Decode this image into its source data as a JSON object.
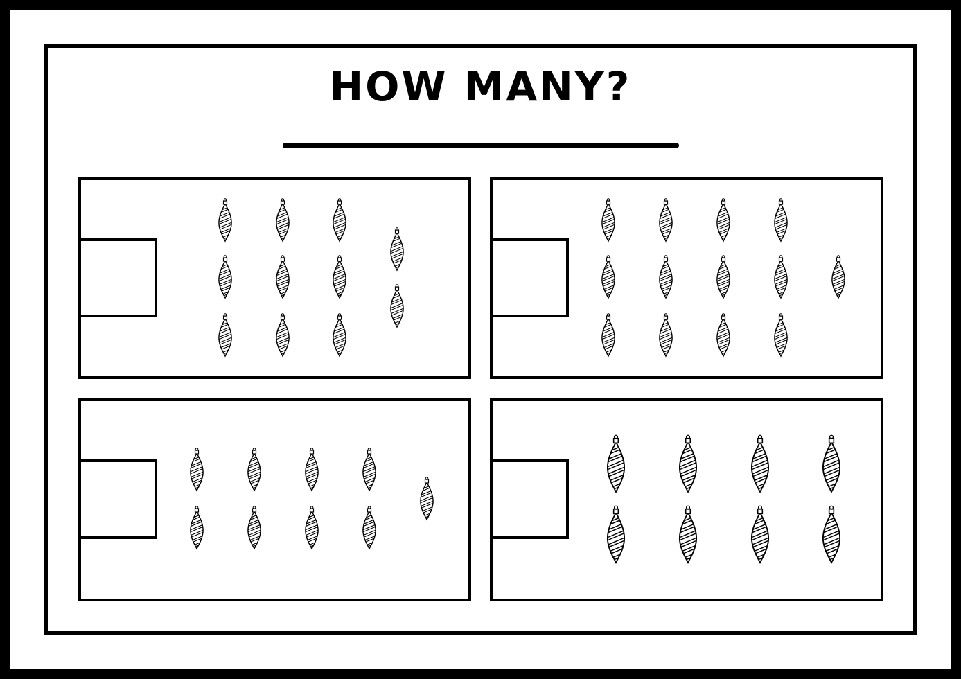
{
  "title": "HOW MANY?",
  "answer_line": "",
  "icon": "spiral-ornament-icon",
  "colors": {
    "ink": "#000000",
    "paper": "#ffffff"
  },
  "panels": [
    {
      "id": "panel-1",
      "ornament_count": 11,
      "answer": ""
    },
    {
      "id": "panel-2",
      "ornament_count": 13,
      "answer": ""
    },
    {
      "id": "panel-3",
      "ornament_count": 9,
      "answer": ""
    },
    {
      "id": "panel-4",
      "ornament_count": 8,
      "answer": ""
    }
  ]
}
